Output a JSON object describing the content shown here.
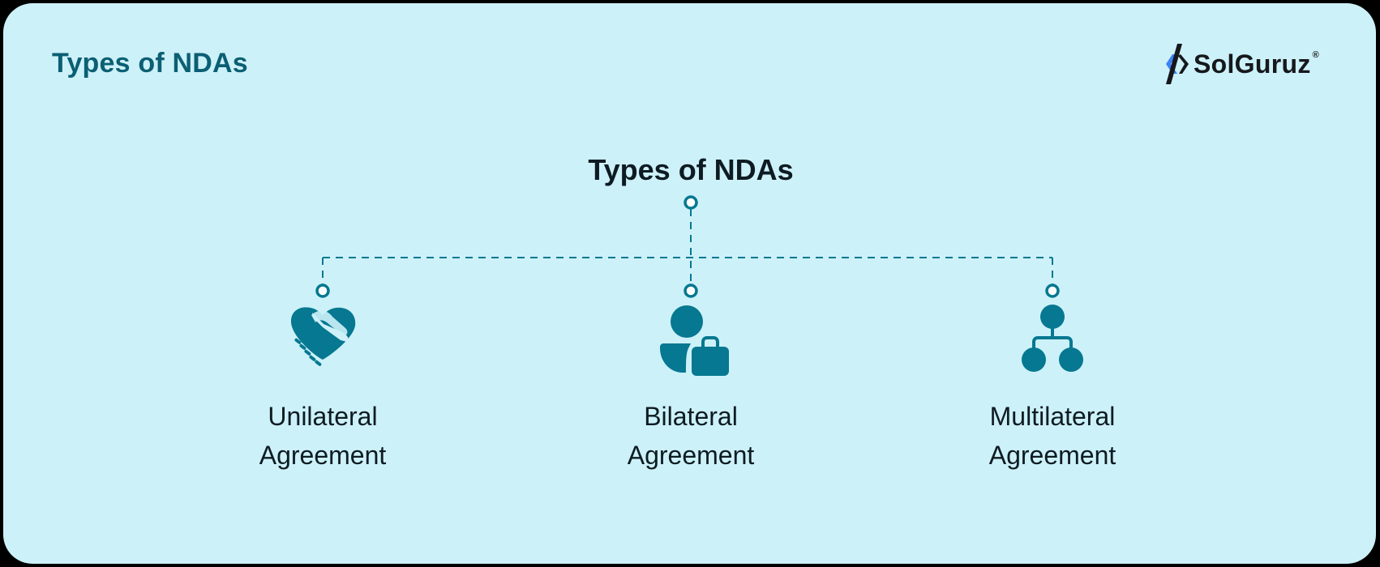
{
  "header": {
    "title": "Types of NDAs",
    "logo_text": "SolGuruz",
    "logo_reg": "®"
  },
  "diagram": {
    "root": {
      "label": "Types of NDAs"
    },
    "children": [
      {
        "label_line1": "Unilateral",
        "label_line2": "Agreement",
        "icon": "handshake-heart-icon"
      },
      {
        "label_line1": "Bilateral",
        "label_line2": "Agreement",
        "icon": "person-briefcase-icon"
      },
      {
        "label_line1": "Multilateral",
        "label_line2": "Agreement",
        "icon": "hierarchy-icon"
      }
    ]
  },
  "colors": {
    "background": "#cdf1f9",
    "accent": "#067891",
    "header_title": "#0b5f73",
    "text": "#0e1b22",
    "logo_blue": "#3b82f6"
  }
}
